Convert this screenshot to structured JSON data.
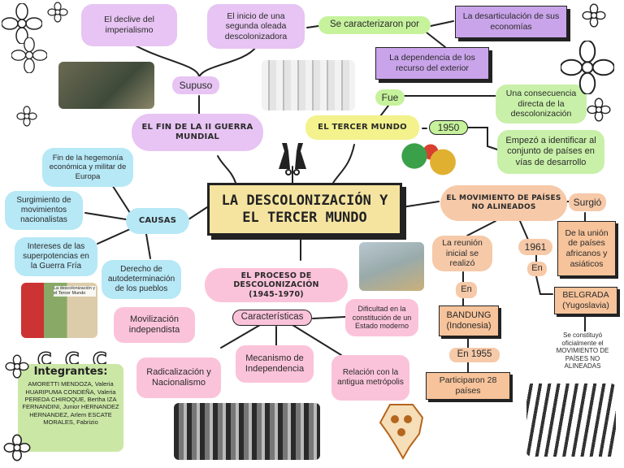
{
  "main_title": "LA DESCOLONIZACIÓN Y EL TERCER MUNDO",
  "fin_guerra": {
    "title": "EL FIN DE LA II GUERRA MUNDIAL",
    "link": "Supuso",
    "causes": [
      "El declive del imperialismo",
      "El inicio de una segunda oleada descolonizadora"
    ],
    "characterized_by": "Se caracterizaron por",
    "characteristics": [
      "La desarticulación de sus economías",
      "La dependencia de los recurso del exterior"
    ]
  },
  "tercer_mundo": {
    "title": "EL TERCER MUNDO",
    "link_fue": "Fue",
    "consecuencia": "Una consecuencia directa de la descolonización",
    "year": "1950",
    "identificar": "Empezó a identificar al conjunto de países en vías de desarrollo"
  },
  "causas": {
    "title": "CAUSAS",
    "items": [
      "Fin de la hegemonía económica y militar de Europa",
      "Surgimiento de movimientos nacionalistas",
      "Intereses de las superpotencias en la Guerra Fría",
      "Derecho de autodeterminación de los pueblos"
    ]
  },
  "proceso": {
    "title": "EL PROCESO DE DESCOLONIZACIÓN",
    "years": "(1945-1970)",
    "characteristics_label": "Características",
    "items": [
      "Movilización independista",
      "Radicalización y Nacionalismo",
      "Mecanismo de Independencia",
      "Relación con la antigua metrópolis",
      "Dificultad en la constitución de un Estado moderno"
    ]
  },
  "no_alineados": {
    "title": "EL MOVIMIENTO DE PAÍSES NO ALINEADOS",
    "surgio": "Surgió",
    "union": "De la unión de países africanos y asiáticos",
    "reunion": "La reunión inicial se realizó",
    "en_1": "En",
    "bandung": "BANDUNG (Indonesia)",
    "en_1955": "En 1955",
    "participaron": "Participaron 28 países",
    "year_1961": "1961",
    "en_2": "En",
    "belgrado": "BELGRADA (Yugoslavia)",
    "constituyo": "Se constituyó oficialmente el MOVIMIENTO DE PAÍSES NO ALINEADAS"
  },
  "integrantes": {
    "title": "Integrantes:",
    "names": "AMORETTI MENDOZA, Valeria HUARIPUMA CONDEÑA, Valeria PEREDA CHIROQUE, Bertha IZA FERNANDINI, Junior HERNANDEZ HERNANDEZ, Arlem ESCATE MORALES, Fabrizio"
  },
  "photo_caption": "La descolonización y el Tercer Mundo",
  "colors": {
    "purple_light": "#e7c4f3",
    "purple_box": "#c9a4ea",
    "yellow": "#f3f28c",
    "green": "#c8f0a8",
    "blue": "#b6e8f6",
    "pink": "#fbc3d9",
    "peach": "#f6c9a8",
    "title_bg": "#f5e4a0"
  }
}
